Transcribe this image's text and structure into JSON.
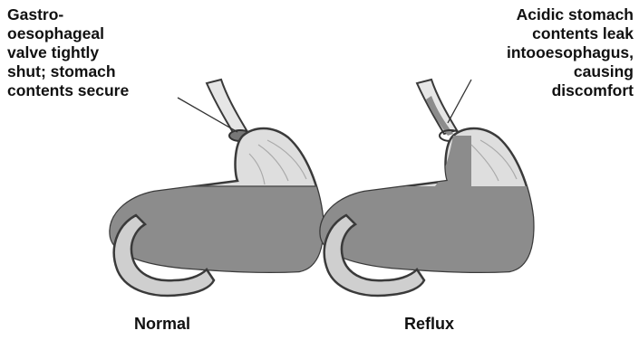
{
  "annotations": {
    "normal": "Gastro-\noesophageal\nvalve tightly\nshut; stomach\ncontents secure",
    "reflux": "Acidic stomach\ncontents leak\nintooesophagus,\ncausing\ndiscomfort"
  },
  "captions": {
    "normal": "Normal",
    "reflux": "Reflux"
  },
  "colors": {
    "stomach_wall": "#d9d9d9",
    "fluid": "#8a8a8a",
    "outline": "#3a3a3a",
    "intestine": "#cfcfcf"
  }
}
